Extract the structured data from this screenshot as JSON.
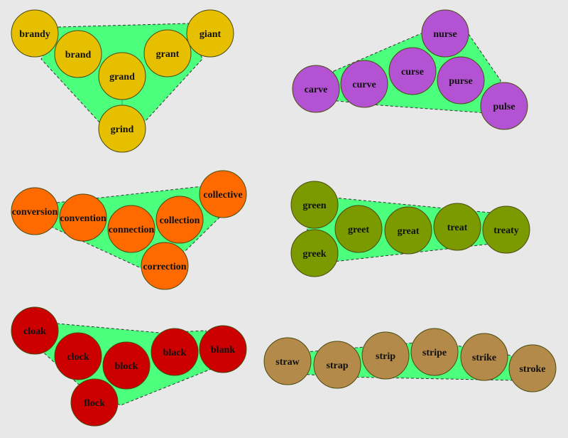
{
  "hull_color": "#4cff7c",
  "groups": [
    {
      "name": "group-gr",
      "color": "#e6c000",
      "words": [
        "brandy",
        "brand",
        "grand",
        "grant",
        "giant",
        "grind"
      ]
    },
    {
      "name": "group-urse",
      "color": "#b452d4",
      "words": [
        "carve",
        "curve",
        "curse",
        "nurse",
        "purse",
        "pulse"
      ]
    },
    {
      "name": "group-con",
      "color": "#ff6a00",
      "words": [
        "conversion",
        "convention",
        "connection",
        "collection",
        "collective",
        "correction"
      ]
    },
    {
      "name": "group-gre",
      "color": "#7a9a00",
      "words": [
        "green",
        "greek",
        "greet",
        "great",
        "treat",
        "treaty"
      ]
    },
    {
      "name": "group-lock",
      "color": "#cc0000",
      "words": [
        "cloak",
        "clock",
        "block",
        "black",
        "blank",
        "flock"
      ]
    },
    {
      "name": "group-str",
      "color": "#b38a4a",
      "words": [
        "straw",
        "strap",
        "strip",
        "stripe",
        "strike",
        "stroke"
      ]
    }
  ]
}
